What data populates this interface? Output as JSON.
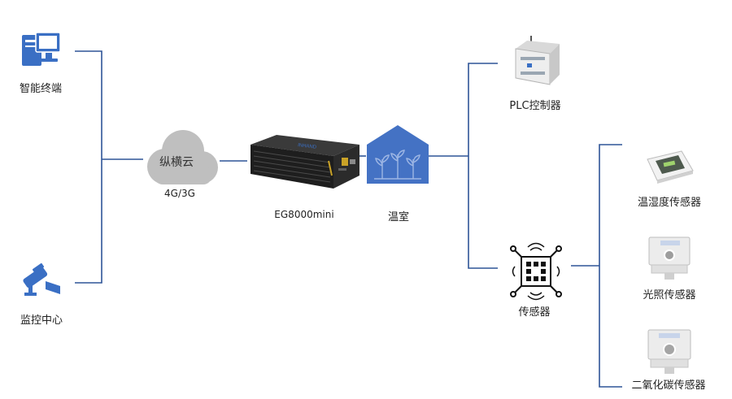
{
  "nodes": {
    "smart_terminal": "智能终端",
    "monitor_center": "监控中心",
    "cloud": "纵横云",
    "network": "4G/3G",
    "gateway": "EG8000mini",
    "gateway_brand": "INHAND",
    "greenhouse": "温室",
    "plc": "PLC控制器",
    "sensor": "传感器",
    "temp_humidity": "温湿度传感器",
    "light": "光照传感器",
    "co2": "二氧化碳传感器"
  },
  "colors": {
    "line": "#2f5597",
    "icon_blue": "#3a6fc4",
    "greenhouse_fill": "#4472c4",
    "cloud_fill": "#bfbfbf",
    "gateway_body": "#1e1e1e"
  }
}
